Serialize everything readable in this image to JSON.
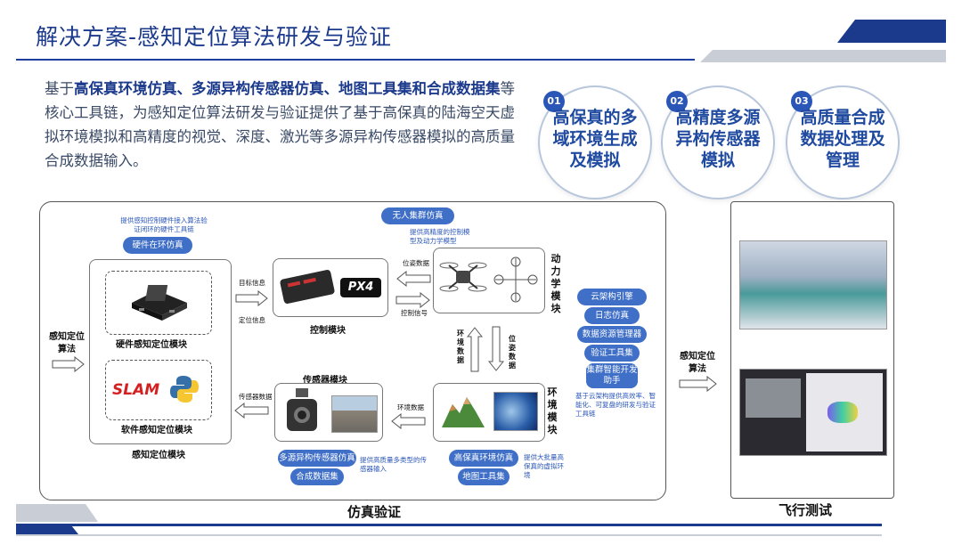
{
  "header": {
    "title": "解决方案-感知定位算法研发与验证"
  },
  "intro": {
    "pre": "基于",
    "bold": "高保真环境仿真、多源异构传感器仿真、地图工具集和合成数据集",
    "post": "等核心工具链，为感知定位算法研发与验证提供了基于高保真的陆海空天虚拟环境模拟和高精度的视觉、深度、激光等多源异构传感器模拟的高质量合成数据输入。"
  },
  "features": [
    {
      "num": "01",
      "text": "高保真的多域环境生成及模拟"
    },
    {
      "num": "02",
      "text": "高精度多源异构传感器模拟"
    },
    {
      "num": "03",
      "text": "高质量合成数据处理及管理"
    }
  ],
  "diagram": {
    "hil_note": "提供感知控制硬件接入算法验证闭环的硬件工具链",
    "hil_pill": "硬件在环仿真",
    "input_label": "感知定位算法",
    "hw_module": "硬件感知定位模块",
    "sw_module": "软件感知定位模块",
    "perception_module": "感知定位模块",
    "slam_logo": "SLAM",
    "target_info": "目标信息",
    "position_info": "定位信息",
    "control_module": "控制模块",
    "px4_logo": "PX4",
    "swarm_pill": "无人集群仿真",
    "swarm_note": "提供高精度的控制模型及动力学模型",
    "pose_data": "位姿数据",
    "control_signal": "控制信号",
    "dynamics_label": "动力学模块",
    "env_data_v": "环境数据",
    "pose_data_v": "位姿数据",
    "sensor_module": "传感器模块",
    "sensor_data": "传感器数据",
    "env_data": "环境数据",
    "env_label": "环境模块",
    "sensor_pill": "多源异构传感器仿真",
    "dataset_pill": "合成数据集",
    "sensor_note": "提供高质量多类型的传感器输入",
    "env_pill": "高保真环境仿真",
    "map_pill": "地图工具集",
    "env_note": "提供大批量高保真的虚拟环境",
    "cloud_pills": [
      "云架构引擎",
      "日志仿真",
      "数据资源管理器",
      "验证工具集",
      "集群智能开发助手"
    ],
    "cloud_note": "基于云架构提供高效率、智能化、可复盘的研发与验证工具链",
    "output_label": "感知定位算法",
    "caption_sim": "仿真验证",
    "caption_flight": "飞行测试"
  },
  "colors": {
    "accent": "#1f3fa0",
    "pill": "#3f6fc6",
    "circle_num": "#2a56b8"
  }
}
